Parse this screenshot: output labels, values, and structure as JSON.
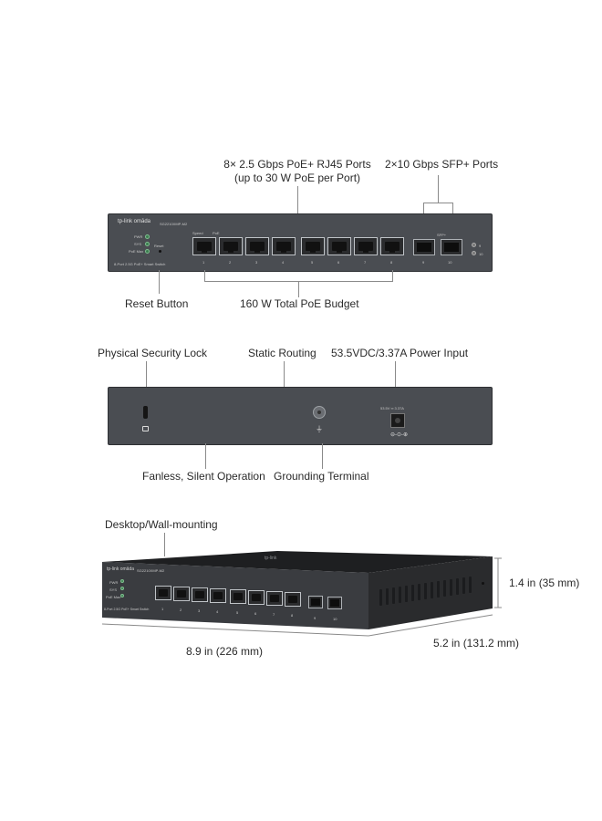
{
  "section1": {
    "callout_ports": {
      "line1": "8× 2.5 Gbps PoE+ RJ45 Ports",
      "line2": "(up to 30 W PoE per Port)"
    },
    "callout_sfp": "2×10 Gbps SFP+ Ports",
    "callout_reset": "Reset Button",
    "callout_budget": "160 W Total PoE Budget",
    "device": {
      "brand": "tp-link omāda",
      "model": "SG2210XMP-M2",
      "subtitle": "8-Port 2.5G PoE+ Smart Switch",
      "led_labels": [
        "PWR",
        "SYS",
        "PoE Max"
      ],
      "reset_label": "Reset",
      "speed_label": "Speed",
      "poe_label": "PoE",
      "port_numbers": [
        "1",
        "2",
        "3",
        "4",
        "5",
        "6",
        "7",
        "8"
      ],
      "sfp_numbers": [
        "9",
        "10"
      ],
      "sfp_label": "SFP+"
    }
  },
  "section2": {
    "callout_lock": "Physical Security Lock",
    "callout_routing": "Static Routing",
    "callout_power": "53.5VDC/3.37A Power Input",
    "callout_fanless": "Fanless, Silent Operation",
    "callout_ground": "Grounding Terminal",
    "device": {
      "power_rating": "53.5V ═ 3.37A"
    }
  },
  "section3": {
    "callout_mount": "Desktop/Wall-mounting",
    "dim_height": "1.4 in (35 mm)",
    "dim_width": "8.9 in (226 mm)",
    "dim_depth": "5.2 in (131.2 mm)",
    "device": {
      "brand": "tp-link omāda",
      "model": "SG2210XMP-M2",
      "top_brand": "tp-link",
      "subtitle": "8-Port 2.5G PoE+ Smart Switch",
      "led_labels": [
        "PWR",
        "SYS",
        "PoE Max"
      ],
      "port_numbers": [
        "1",
        "2",
        "3",
        "4",
        "5",
        "6",
        "7",
        "8"
      ],
      "sfp_numbers": [
        "9",
        "10"
      ]
    }
  }
}
